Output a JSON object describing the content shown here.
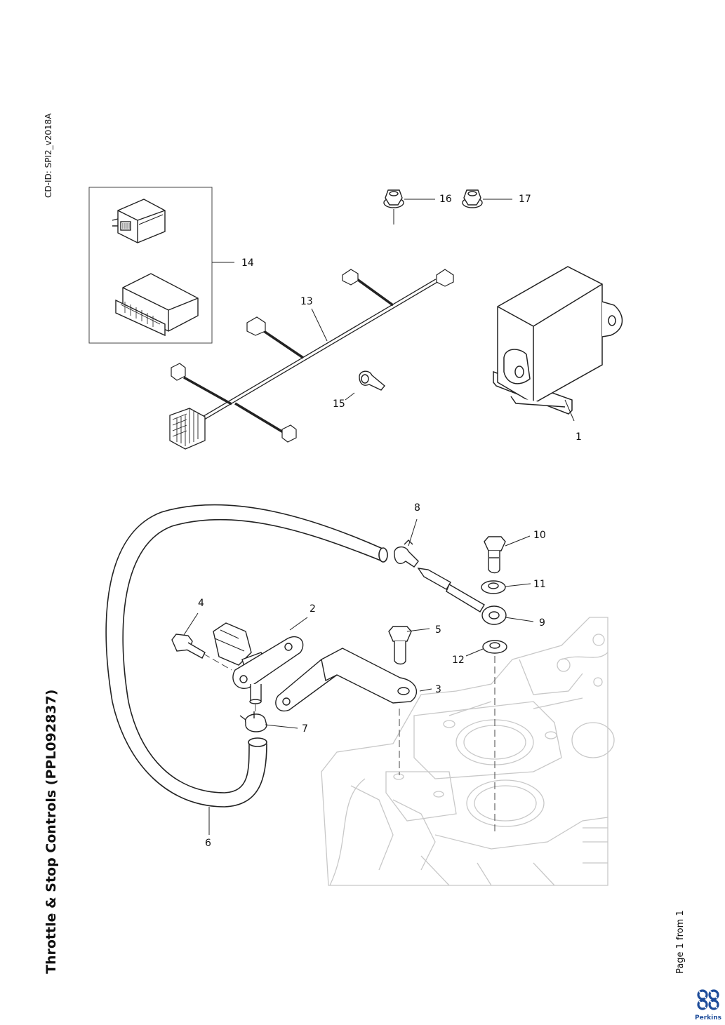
{
  "document": {
    "title": "Throttle & Stop Controls (PPL092837)",
    "cd_id": "CD-ID: SPI2_v2018A",
    "page_info": "Page 1 from 1"
  },
  "brand": {
    "name": "Perkins",
    "color": "#1d4c9a"
  },
  "callouts": {
    "c1": "1",
    "c2": "2",
    "c3": "3",
    "c4": "4",
    "c5": "5",
    "c6": "6",
    "c7": "7",
    "c8": "8",
    "c9": "9",
    "c10": "10",
    "c11": "11",
    "c12": "12",
    "c13": "13",
    "c14": "14",
    "c15": "15",
    "c16": "16",
    "c17": "17"
  },
  "colors": {
    "line": "#222222",
    "ghost": "#c8c8c8"
  }
}
